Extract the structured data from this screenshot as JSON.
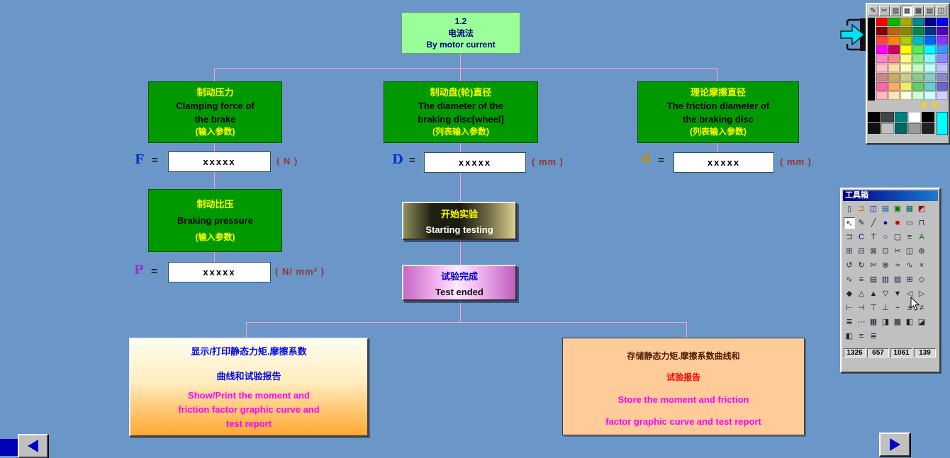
{
  "colors": {
    "background": "#6B96C8",
    "connector": "#F8A0C8",
    "green_box": "#009900",
    "green_box_title": "#FFFF00",
    "root_box_bg": "#99FF99",
    "root_box_text": "#000080",
    "peach_box_bg": "#FFCC99",
    "magenta_text": "#FF00FF",
    "red_text": "#FF0000",
    "unit_text": "#993333",
    "win_gray": "#C0C0C0",
    "title_bar": "#000080",
    "nav_arrow": "#0000CC"
  },
  "root_box": {
    "line1": "1.2",
    "line2": "电流法",
    "line3": "By motor current"
  },
  "param_boxes": [
    {
      "title": "制动压力",
      "en1": "Clamping force of",
      "en2": "the brake",
      "note": "(输入参数)"
    },
    {
      "title": "制动盘(轮)直径",
      "en1": "The diameter of the",
      "en2": "braking disc[wheel]",
      "note": "(列表输入参数)"
    },
    {
      "title": "理论摩擦直径",
      "en1": "The friction diameter of",
      "en2": "the braking disc",
      "note": "(列表输入参数)"
    },
    {
      "title": "制动比压",
      "en1": "Braking pressure",
      "en2": "",
      "note": "(输入参数)"
    }
  ],
  "inputs": [
    {
      "symbol": "F",
      "equals": "=",
      "value": "xxxxx",
      "unit": "( N )",
      "symbol_color": "#0033CC"
    },
    {
      "symbol": "D",
      "equals": "=",
      "value": "xxxxx",
      "unit": "( mm )",
      "symbol_color": "#0033CC"
    },
    {
      "symbol": "d",
      "equals": "=",
      "value": "xxxxx",
      "unit": "( mm )",
      "symbol_color": "#CC8800"
    },
    {
      "symbol": "P",
      "equals": "=",
      "value": "xxxxx",
      "unit": "( N/ mm² )",
      "symbol_color": "#9933CC"
    }
  ],
  "start_button": {
    "zh": "开始实验",
    "en": "Starting testing"
  },
  "end_button": {
    "zh": "试验完成",
    "en": "Test ended"
  },
  "show_box": {
    "zh1": "显示/打印静态力矩.摩擦系数",
    "zh2": "曲线和试验报告",
    "en1": "Show/Print the moment and",
    "en2": "friction factor graphic curve and",
    "en3": "test report"
  },
  "store_box": {
    "zh1": "存储静态力矩.摩擦系数曲线和",
    "zh2": "试验报告",
    "en1": "Store the moment and friction",
    "en2": "factor graphic curve and test report"
  },
  "palette": {
    "toolbar_icons": [
      "✎",
      "✂",
      "▨",
      "▦",
      "▩",
      "▤",
      "◫"
    ],
    "pressed_index": 3,
    "left_column_color": "#000000",
    "rows": [
      [
        "#FF0000",
        "#00BB00",
        "#AAAA00",
        "#008888",
        "#000088",
        "#0000FF"
      ],
      [
        "#880000",
        "#BB6600",
        "#888800",
        "#008844",
        "#003388",
        "#5500BB"
      ],
      [
        "#FF4444",
        "#FF8800",
        "#AACC00",
        "#00BBBB",
        "#0066FF",
        "#8833FF"
      ],
      [
        "#FF00FF",
        "#CC0066",
        "#FFFF00",
        "#55EE55",
        "#00FFFF",
        "#3399FF"
      ],
      [
        "#FF88CC",
        "#FF8888",
        "#FFFF88",
        "#88EE88",
        "#88FFFF",
        "#8888FF"
      ],
      [
        "#FFC0CB",
        "#FFDDAA",
        "#FFFFC0",
        "#C0FFC0",
        "#C0FFFF",
        "#C0C0FF"
      ],
      [
        "#CC8888",
        "#CCAA66",
        "#CCCC88",
        "#88CC88",
        "#88CCCC",
        "#8888CC"
      ],
      [
        "#FF66AA",
        "#FFAA66",
        "#EEEE66",
        "#66CC66",
        "#66CCCC",
        "#6666CC"
      ],
      [
        "#FFB6C1",
        "#FFE4B5",
        "#FFFFE0",
        "#D0FFD0",
        "#D0FFFF",
        "#D0D0FF"
      ]
    ],
    "star_icons": [
      "✱",
      "✱"
    ],
    "bottom_rows": [
      [
        "#000000",
        "#444444",
        "#008080",
        "#FFFFFF",
        "#000000"
      ],
      [
        "#111111",
        "#C0C0C0",
        "#006666",
        "#999999",
        "#222222"
      ]
    ],
    "cyan_block": "#00FFFF"
  },
  "toolbox": {
    "title": "工具箱",
    "rows": [
      [
        {
          "g": "▯",
          "c": "#333355"
        },
        {
          "g": "⊐",
          "c": "#aa7700"
        },
        {
          "g": "◫",
          "c": "#0000aa"
        },
        {
          "g": "▤",
          "c": "#0055aa"
        },
        {
          "g": "▣",
          "c": "#007700"
        },
        {
          "g": "▦",
          "c": "#006666"
        },
        {
          "g": "◩",
          "c": "#aa0000"
        }
      ],
      [
        {
          "g": "↖",
          "p": true
        },
        {
          "g": "✎"
        },
        {
          "g": "╱"
        },
        {
          "g": "●",
          "c": "#0000cc"
        },
        {
          "g": "■",
          "c": "#cc0000"
        },
        {
          "g": "▭"
        },
        {
          "g": "⊓"
        }
      ],
      [
        {
          "g": "⊐"
        },
        {
          "g": "C",
          "c": "#0000aa"
        },
        {
          "g": "T"
        },
        {
          "g": "○"
        },
        {
          "g": "▢"
        },
        {
          "g": "≡"
        },
        {
          "g": "A",
          "c": "#008000"
        }
      ],
      [
        {
          "g": "⊞"
        },
        {
          "g": "⊟"
        },
        {
          "g": "⊠"
        },
        {
          "g": "⊡"
        },
        {
          "g": "✂"
        },
        {
          "g": "◫"
        },
        {
          "g": "⊕"
        }
      ],
      [
        {
          "g": "↺"
        },
        {
          "g": "↻"
        },
        {
          "g": "✄"
        },
        {
          "g": "⊗"
        },
        {
          "g": "≈"
        },
        {
          "g": "∿"
        },
        {
          "g": "×"
        }
      ],
      [
        {
          "g": "∿"
        },
        {
          "g": "≡"
        },
        {
          "g": "▤"
        },
        {
          "g": "▥"
        },
        {
          "g": "▨"
        },
        {
          "g": "⊞"
        },
        {
          "g": "◇"
        }
      ],
      [
        {
          "g": "◆"
        },
        {
          "g": "△"
        },
        {
          "g": "▲"
        },
        {
          "g": "▽"
        },
        {
          "g": "▼"
        },
        {
          "g": "◁"
        },
        {
          "g": "▷"
        }
      ],
      [
        {
          "g": "⊢"
        },
        {
          "g": "⊣"
        },
        {
          "g": "⊤"
        },
        {
          "g": "⊥"
        },
        {
          "g": "÷"
        },
        {
          "g": "±"
        },
        {
          "g": "≠"
        }
      ],
      [
        {
          "g": "≣"
        },
        {
          "g": "⋯"
        },
        {
          "g": "▦"
        },
        {
          "g": "◨"
        },
        {
          "g": "▩"
        },
        {
          "g": "◧"
        },
        {
          "g": "◪"
        }
      ],
      [
        {
          "g": "◧"
        },
        {
          "g": "≡"
        },
        {
          "g": "≣"
        }
      ]
    ],
    "coords": [
      "1326",
      "657",
      "1061",
      "139"
    ]
  }
}
